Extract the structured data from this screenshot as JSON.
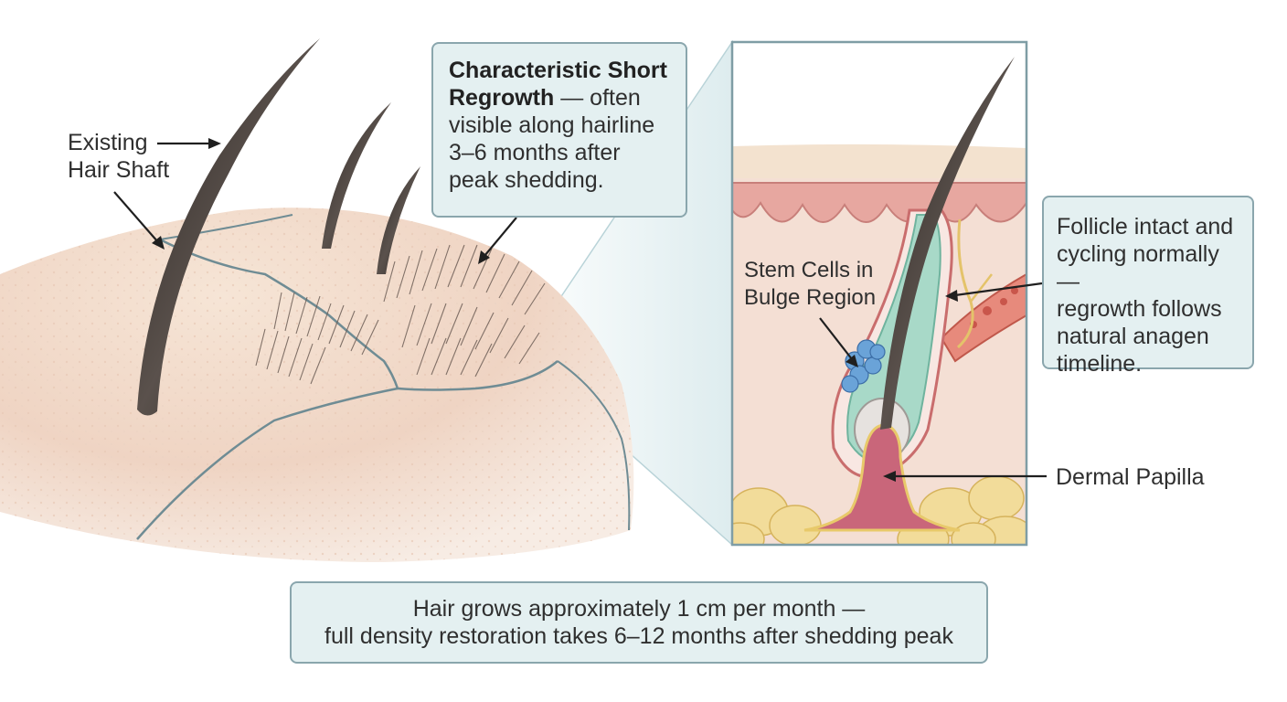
{
  "labels": {
    "existing_hair": [
      "Existing",
      "Hair Shaft"
    ],
    "stem_cells": [
      "Stem Cells in",
      "Bulge Region"
    ],
    "dermal_papilla": "Dermal Papilla"
  },
  "callouts": {
    "regrowth": {
      "bold": "Characteristic Short Regrowth",
      "text": " — often visible along hairline 3–6 months after peak shedding."
    },
    "follicle": {
      "lines": [
        "Follicle intact and",
        "cycling normally —",
        "regrowth follows",
        "natural anagen",
        "timeline."
      ]
    }
  },
  "caption": {
    "lines": [
      "Hair grows approximately 1 cm per month —",
      "full density restoration takes 6–12 months after shedding peak"
    ]
  },
  "colors": {
    "callout_fill": "#e4f0f1",
    "callout_border": "#8aa6ad",
    "skin": "#f1dccb",
    "hair": "#3a3330",
    "fat": "#f2dc9a",
    "dermis": "#f4dfd4",
    "outer_root_sheath": "#8fd0bd",
    "stem_cells": "#6aa3d8",
    "papilla": "#c9667a"
  }
}
